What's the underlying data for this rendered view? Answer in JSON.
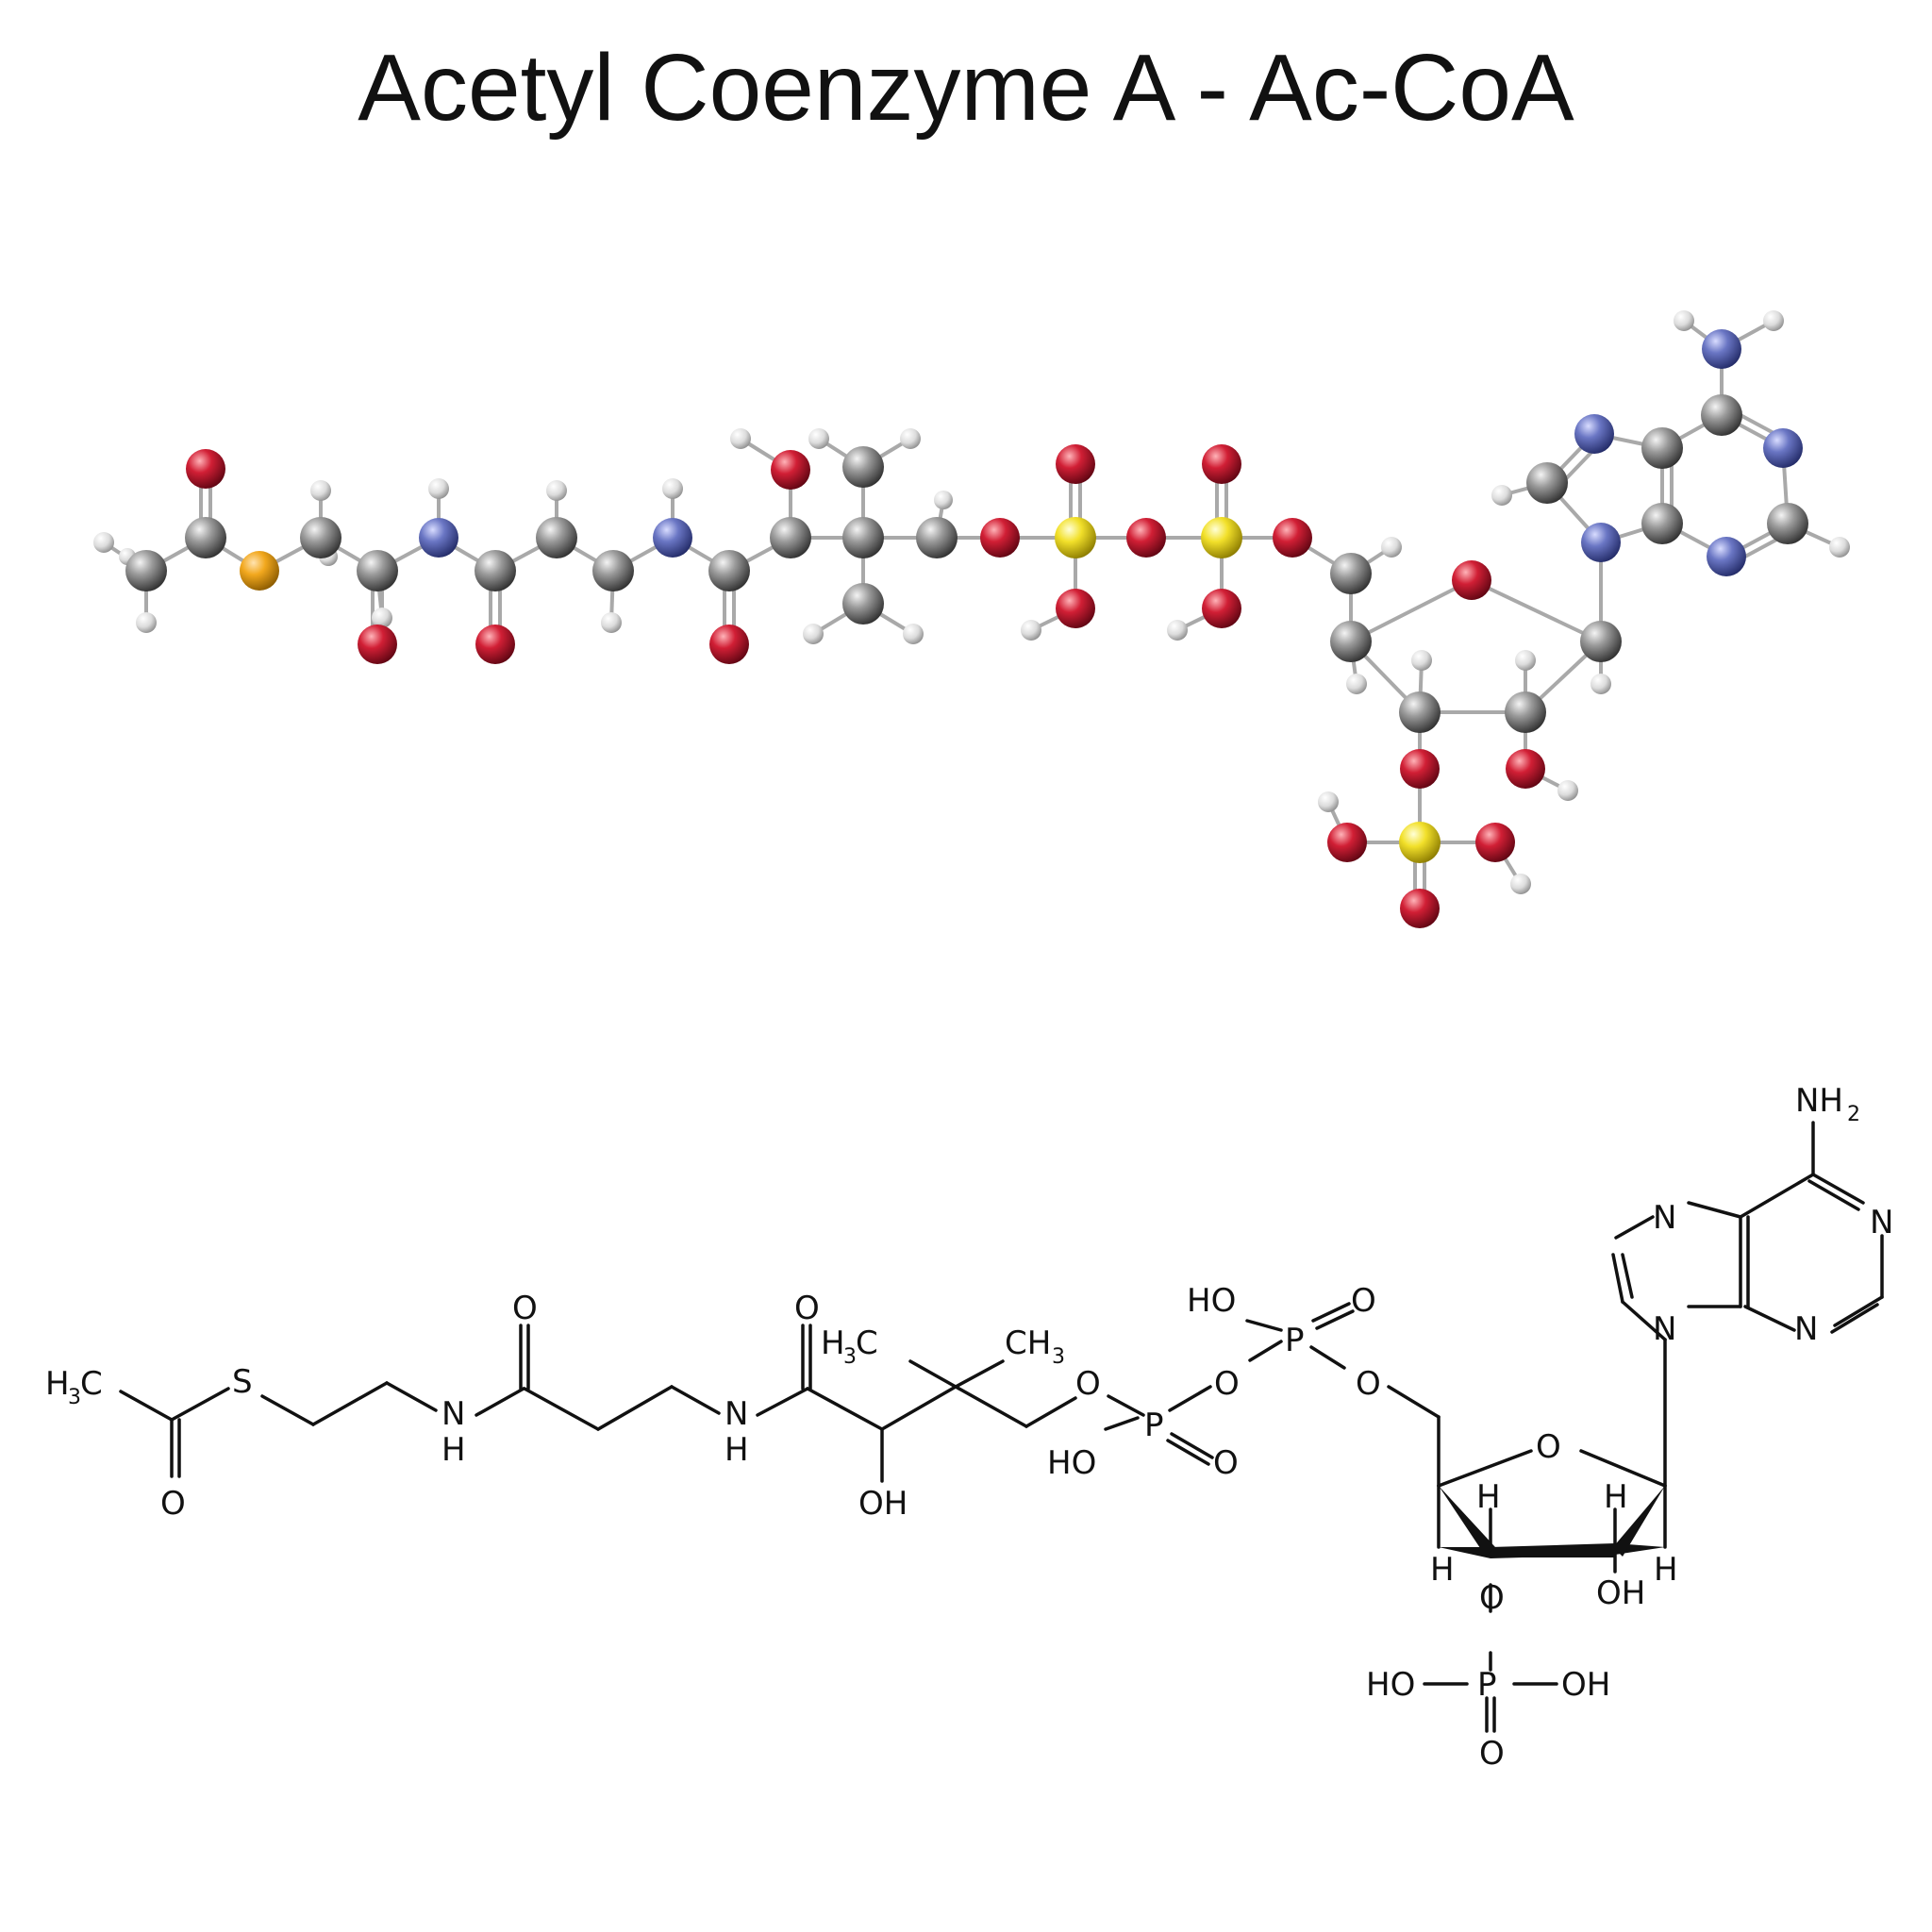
{
  "title": "Acetyl Coenzyme A - Ac-CoA",
  "colors": {
    "carbon": "#8a8a8a",
    "oxygen": "#d11f35",
    "nitrogen": "#6a76c4",
    "hydrogen": "#e2e2e2",
    "phosphorus": "#f2e02a",
    "sulfur": "#f2a81e",
    "line": "#111111",
    "background": "#ffffff"
  },
  "structural_labels": {
    "h3c_left": "H",
    "h3c_left_sub": "3",
    "h3c_left_c": "C",
    "s": "S",
    "o_thioester": "O",
    "n1": "N",
    "n1_h": "H",
    "o_amide1": "O",
    "n2": "N",
    "n2_h": "H",
    "o_amide2": "O",
    "oh_pantoate": "OH",
    "h3c_mid": "H",
    "h3c_mid_sub": "3",
    "h3c_mid_c": "C",
    "ch3_c": "CH",
    "ch3_sub": "3",
    "o_ester": "O",
    "p1": "P",
    "ho_p1": "HO",
    "o_p1_double": "O",
    "o_bridge": "O",
    "p2": "P",
    "ho_p2": "HO",
    "o_p2_double": "O",
    "o_p2_ester": "O",
    "ring_o": "O",
    "h_c4": "H",
    "h_c3": "H",
    "h_c2": "H",
    "h_c1": "H",
    "o_c3": "O",
    "oh_c2": "OH",
    "p3": "P",
    "ho_p3": "HO",
    "oh_p3": "OH",
    "o_p3_double": "O",
    "n9": "N",
    "n7": "N",
    "n1_ad": "N",
    "n3_ad": "N",
    "nh2": "NH",
    "nh2_sub": "2"
  }
}
